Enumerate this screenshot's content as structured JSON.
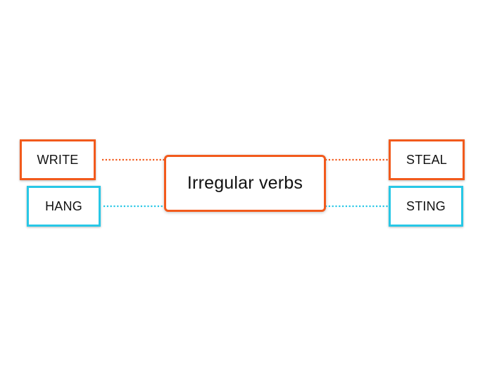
{
  "diagram": {
    "center": {
      "label": "Irregular verbs",
      "color": "#f25a1c"
    },
    "branches": [
      {
        "label": "WRITE",
        "color": "#f25a1c",
        "side": "left"
      },
      {
        "label": "HANG",
        "color": "#28c7e6",
        "side": "left"
      },
      {
        "label": "STEAL",
        "color": "#f25a1c",
        "side": "right"
      },
      {
        "label": "STING",
        "color": "#28c7e6",
        "side": "right"
      }
    ]
  }
}
